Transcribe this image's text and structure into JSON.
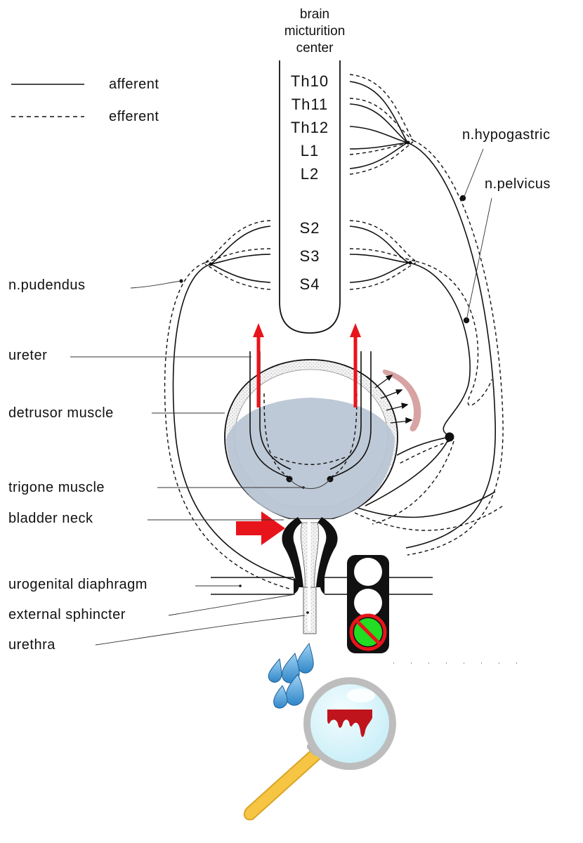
{
  "header": {
    "line1": "brain",
    "line2": "micturition",
    "line3": "center"
  },
  "legend": {
    "afferent": "afferent",
    "efferent": "efferent"
  },
  "segments": [
    "Th10",
    "Th11",
    "Th12",
    "L1",
    "L2",
    "S2",
    "S3",
    "S4"
  ],
  "nerves": {
    "hypogastric": "n.hypogastric",
    "pelvicus": "n.pelvicus",
    "pudendus": "n.pudendus"
  },
  "structures": {
    "ureter": "ureter",
    "detrusor": "detrusor muscle",
    "trigone": "trigone muscle",
    "bladder_neck": "bladder neck",
    "urogenital": "urogenital diaphragm",
    "external_sphincter": "external sphincter",
    "urethra": "urethra"
  },
  "colors": {
    "arrow_red": "#e8141c",
    "urine_fill": "#b9c4d4",
    "pink_bar": "#d8a3a3",
    "traffic_green": "#22dd22",
    "lens_fill": "#d9f5fb",
    "handle": "#f6c544",
    "blood": "#c0141c",
    "drops": "#4a9ed8"
  },
  "icons": [
    "traffic-light-icon",
    "prohibition-icon",
    "water-drops-icon",
    "magnifier-icon",
    "blood-drip-icon"
  ]
}
